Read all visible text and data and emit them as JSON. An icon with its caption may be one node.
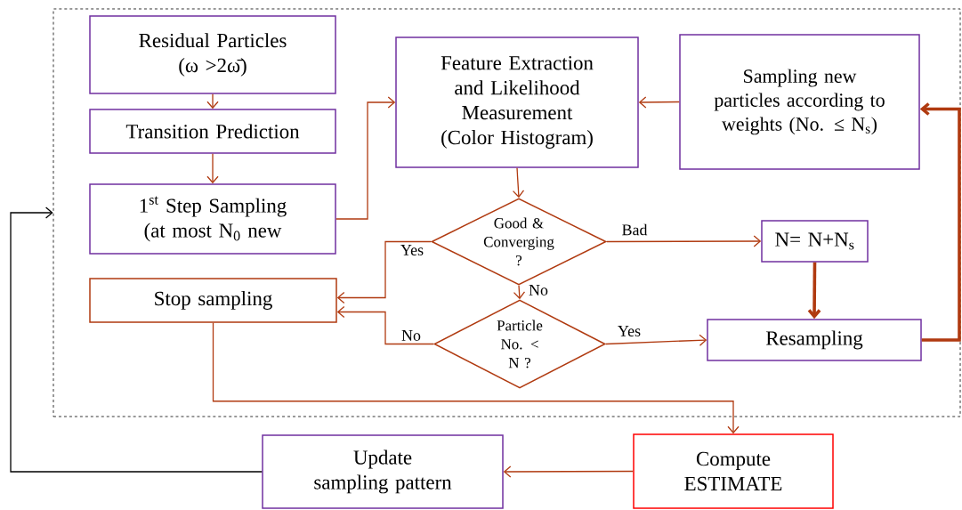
{
  "diagram": {
    "nodes": [
      {
        "text": [],
        "shape": "box"
      },
      {
        "text": [
          "Residual Particles (ω >2ω̄)"
        ],
        "in": 0
      },
      {
        "text": [
          "Transition Prediction"
        ],
        "in": 0
      },
      {
        "text": [
          "1$^{st}$ Step Sampling (at most N$_{0}$ new"
        ],
        "in": 0
      },
      {
        "text": [
          "Feature Extraction and Likelihood Measurement (Color Histogram)"
        ],
        "in": 0
      },
      {
        "text": [
          "Sampling new particles according to weights (No. ≤ N$_{s}$)"
        ],
        "in": 0
      },
      {
        "text": [
          "Good & Converging ?"
        ],
        "in": 0
      },
      {
        "text": [
          "N= N+N$_{s}$"
        ],
        "in": 0
      },
      {
        "text": [
          "Stop sampling"
        ],
        "in": 0
      },
      {
        "text": [
          "Particle No. < N ?"
        ],
        "in": 0
      },
      {
        "text": [
          "Resampling"
        ],
        "in": 0
      },
      {
        "text": [
          "Compute ESTIMATE"
        ]
      },
      {
        "text": [
          "Update sampling pattern"
        ]
      }
    ],
    "edges": [
      {
        "from": 1,
        "to": 2,
        "arrow": "to"
      },
      {
        "from": 2,
        "to": 3,
        "arrow": "to"
      },
      {
        "from": 3,
        "to": 4,
        "arrow": "to"
      },
      {
        "from": 5,
        "to": 4,
        "arrow": "to"
      },
      {
        "from": 4,
        "to": 6,
        "arrow": "to"
      },
      {
        "from": 6,
        "to": 7,
        "arrow": "to",
        "label": "Bad"
      },
      {
        "from": 6,
        "to": 8,
        "arrow": "to",
        "label": "Yes"
      },
      {
        "from": 6,
        "to": 9,
        "arrow": "to",
        "label": "No"
      },
      {
        "from": 9,
        "to": 8,
        "arrow": "to",
        "label": "No"
      },
      {
        "from": 9,
        "to": 10,
        "arrow": "to",
        "label": "Yes"
      },
      {
        "from": 7,
        "to": 10,
        "arrow": "to",
        "style": "thick"
      },
      {
        "from": 10,
        "to": 5,
        "arrow": "to",
        "style": "thick"
      },
      {
        "from": 8,
        "to": 11,
        "arrow": "to"
      },
      {
        "from": 11,
        "to": 12,
        "arrow": "to"
      },
      {
        "from": 12,
        "to": 0,
        "arrow": "to",
        "color": "#000000"
      }
    ]
  }
}
